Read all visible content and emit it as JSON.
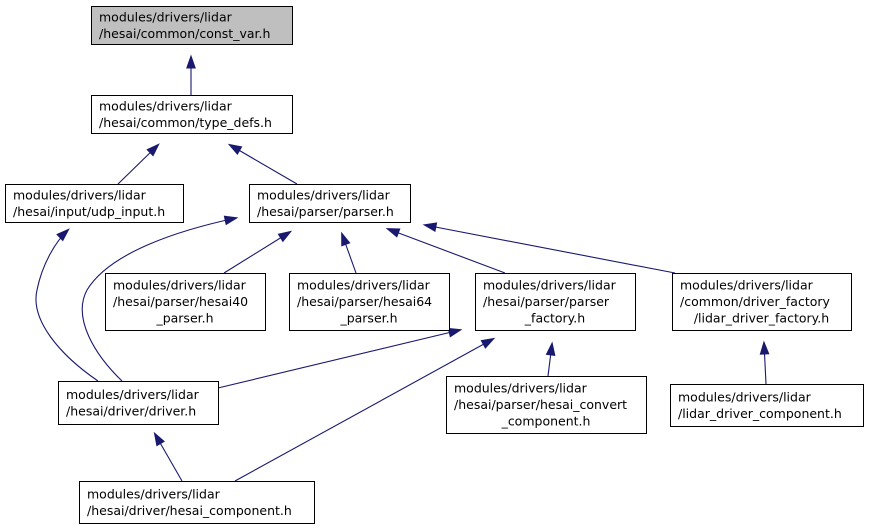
{
  "colors": {
    "edge": "#191970",
    "root_fill": "#bfbfbf",
    "node_fill": "#ffffff",
    "border": "#000000"
  },
  "nodes": [
    {
      "id": "const_var",
      "lines": [
        "modules/drivers/lidar",
        "/hesai/common/const_var.h"
      ],
      "highlighted": true
    },
    {
      "id": "type_defs",
      "lines": [
        "modules/drivers/lidar",
        "/hesai/common/type_defs.h"
      ]
    },
    {
      "id": "udp_input",
      "lines": [
        "modules/drivers/lidar",
        "/hesai/input/udp_input.h"
      ]
    },
    {
      "id": "parser",
      "lines": [
        "modules/drivers/lidar",
        "/hesai/parser/parser.h"
      ]
    },
    {
      "id": "hesai40_parser",
      "lines": [
        "modules/drivers/lidar",
        "/hesai/parser/hesai40",
        "_parser.h"
      ]
    },
    {
      "id": "hesai64_parser",
      "lines": [
        "modules/drivers/lidar",
        "/hesai/parser/hesai64",
        "_parser.h"
      ]
    },
    {
      "id": "parser_factory",
      "lines": [
        "modules/drivers/lidar",
        "/hesai/parser/parser",
        "_factory.h"
      ]
    },
    {
      "id": "lidar_driver_factory",
      "lines": [
        "modules/drivers/lidar",
        "/common/driver_factory",
        "/lidar_driver_factory.h"
      ]
    },
    {
      "id": "driver",
      "lines": [
        "modules/drivers/lidar",
        "/hesai/driver/driver.h"
      ]
    },
    {
      "id": "hesai_convert_component",
      "lines": [
        "modules/drivers/lidar",
        "/hesai/parser/hesai_convert",
        "_component.h"
      ]
    },
    {
      "id": "lidar_driver_component",
      "lines": [
        "modules/drivers/lidar",
        "/lidar_driver_component.h"
      ]
    },
    {
      "id": "hesai_component",
      "lines": [
        "modules/drivers/lidar",
        "/hesai/driver/hesai_component.h"
      ]
    }
  ],
  "edges": [
    {
      "from": "type_defs",
      "to": "const_var"
    },
    {
      "from": "udp_input",
      "to": "type_defs"
    },
    {
      "from": "parser",
      "to": "type_defs"
    },
    {
      "from": "driver",
      "to": "udp_input"
    },
    {
      "from": "driver",
      "to": "parser"
    },
    {
      "from": "hesai40_parser",
      "to": "parser"
    },
    {
      "from": "hesai64_parser",
      "to": "parser"
    },
    {
      "from": "parser_factory",
      "to": "parser"
    },
    {
      "from": "lidar_driver_factory",
      "to": "parser"
    },
    {
      "from": "driver",
      "to": "parser_factory"
    },
    {
      "from": "hesai_component",
      "to": "parser_factory"
    },
    {
      "from": "hesai_convert_component",
      "to": "parser_factory"
    },
    {
      "from": "lidar_driver_component",
      "to": "lidar_driver_factory"
    },
    {
      "from": "hesai_component",
      "to": "driver"
    }
  ]
}
